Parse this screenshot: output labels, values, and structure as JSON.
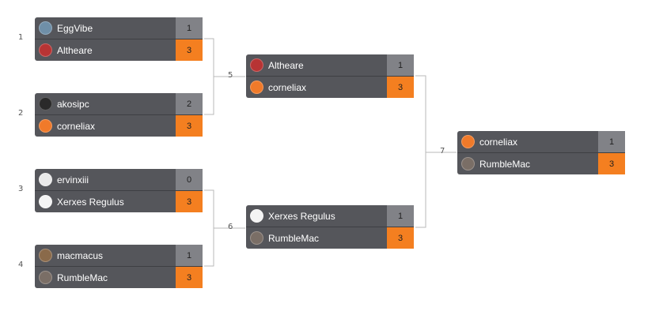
{
  "seeds": [
    "1",
    "2",
    "3",
    "4"
  ],
  "round_numbers": [
    "5",
    "6",
    "7"
  ],
  "matches": [
    {
      "top": {
        "name": "EggVibe",
        "score": "1",
        "avatar": "#6f8fa8"
      },
      "bottom": {
        "name": "Altheare",
        "score": "3",
        "avatar": "#b73434"
      }
    },
    {
      "top": {
        "name": "akosipc",
        "score": "2",
        "avatar": "#2a2a2a"
      },
      "bottom": {
        "name": "corneliax",
        "score": "3",
        "avatar": "#f07a2a"
      }
    },
    {
      "top": {
        "name": "ervinxiii",
        "score": "0",
        "avatar": "#e9e9e9"
      },
      "bottom": {
        "name": "Xerxes Regulus",
        "score": "3",
        "avatar": "#f4f4f4"
      }
    },
    {
      "top": {
        "name": "macmacus",
        "score": "1",
        "avatar": "#8a6a4a"
      },
      "bottom": {
        "name": "RumbleMac",
        "score": "3",
        "avatar": "#7a6e66"
      }
    },
    {
      "top": {
        "name": "Altheare",
        "score": "1",
        "avatar": "#b73434"
      },
      "bottom": {
        "name": "corneliax",
        "score": "3",
        "avatar": "#f07a2a"
      }
    },
    {
      "top": {
        "name": "Xerxes Regulus",
        "score": "1",
        "avatar": "#f4f4f4"
      },
      "bottom": {
        "name": "RumbleMac",
        "score": "3",
        "avatar": "#7a6e66"
      }
    },
    {
      "top": {
        "name": "corneliax",
        "score": "1",
        "avatar": "#f07a2a"
      },
      "bottom": {
        "name": "RumbleMac",
        "score": "3",
        "avatar": "#7a6e66"
      }
    }
  ],
  "colors": {
    "win": "#f47f20",
    "loss": "#818287",
    "row": "#55565b",
    "connector": "#b9b9b9"
  }
}
